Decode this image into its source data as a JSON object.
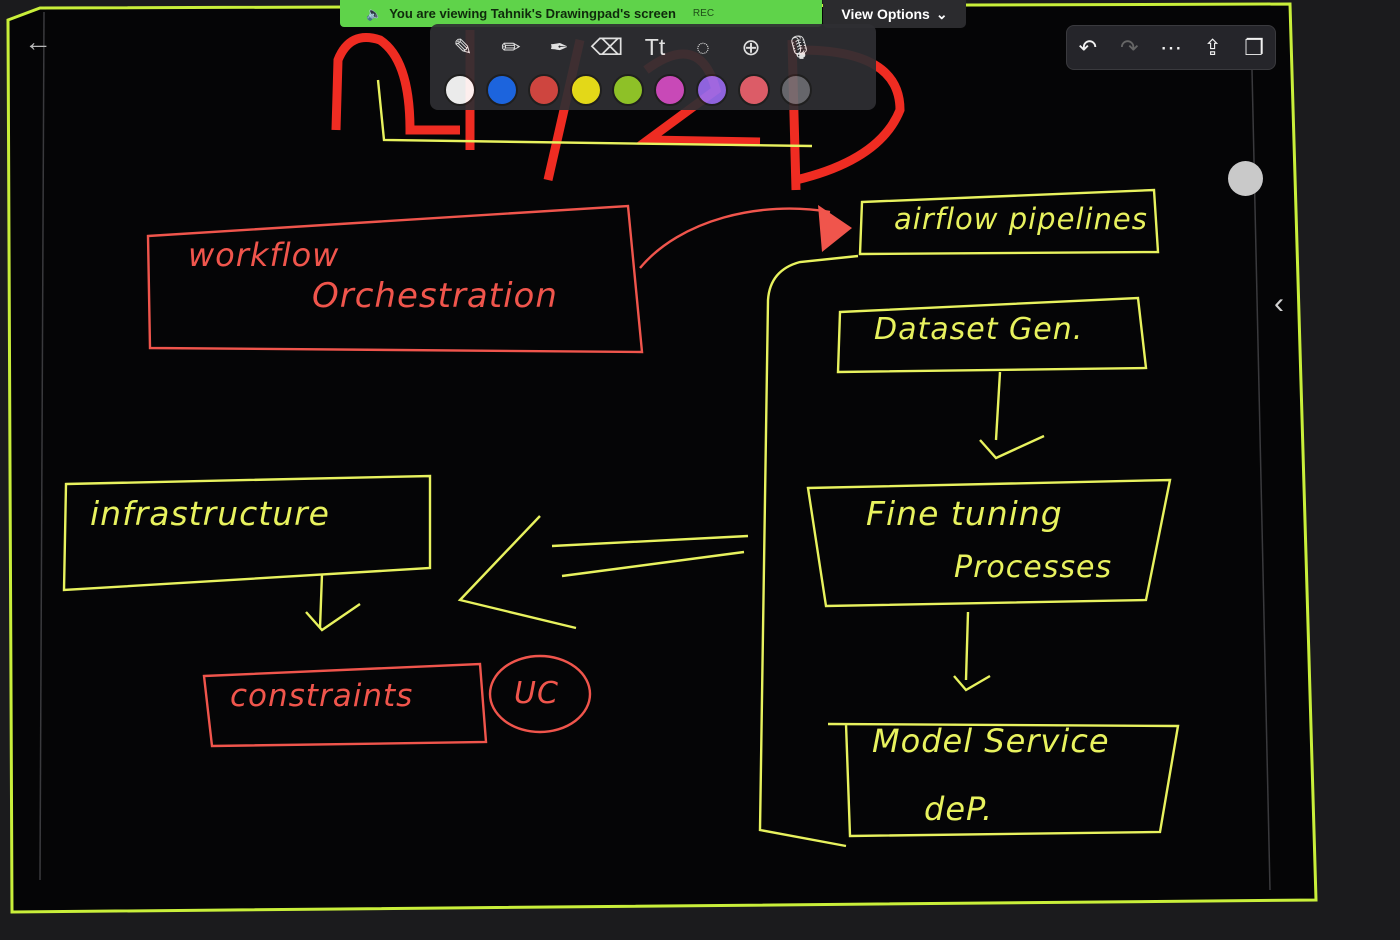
{
  "banner": {
    "viewing_text": "You are viewing  Tahnik's Drawingpad's screen",
    "rec_label": "REC",
    "view_options": "View Options"
  },
  "annotation": {
    "board_texts": {
      "workflow_line1": "workflow",
      "workflow_line2": "Orchestration",
      "airflow": "airflow pipelines",
      "dataset": "Dataset Gen.",
      "fine_line1": "Fine tuning",
      "fine_line2": "Processes",
      "model_line1": "Model Service",
      "model_line2": "deP.",
      "infra": "infrastructure",
      "constraints": "constraints",
      "circle": "UC"
    }
  },
  "colors": {
    "board_border": "#c9ef3a",
    "yellow_ink": "#e8f25e",
    "red_ink": "#f0554c",
    "banner_green": "#5fd34a"
  },
  "toolbar": {
    "tools": [
      "pen-icon",
      "pencil-icon",
      "marker-icon",
      "eraser-icon",
      "text-icon",
      "lasso-icon",
      "add-icon",
      "mic-icon"
    ],
    "colors": [
      "#ffffff",
      "#1f6df0",
      "#e04b44",
      "#f6ea1a",
      "#9ad12a",
      "#d94fc6",
      "#9b6cf0",
      "#ef6470",
      "#6f6f74"
    ]
  }
}
